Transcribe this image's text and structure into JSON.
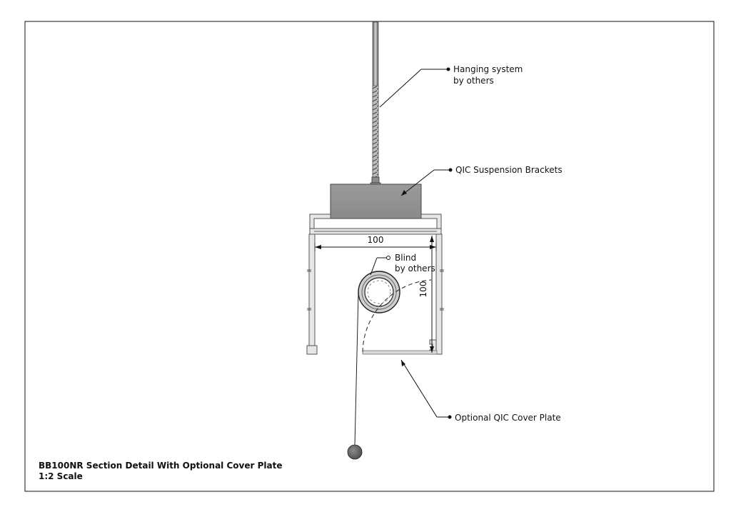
{
  "labels": {
    "hanging_line1": "Hanging system",
    "hanging_line2": "by others",
    "brackets": "QIC Suspension Brackets",
    "blind_line1": "Blind",
    "blind_line2": "by others",
    "cover_plate": "Optional QIC Cover Plate"
  },
  "dimensions": {
    "width": "100",
    "height": "100"
  },
  "title_block": {
    "title": "BB100NR Section Detail With Optional Cover Plate",
    "scale": "1:2 Scale"
  }
}
